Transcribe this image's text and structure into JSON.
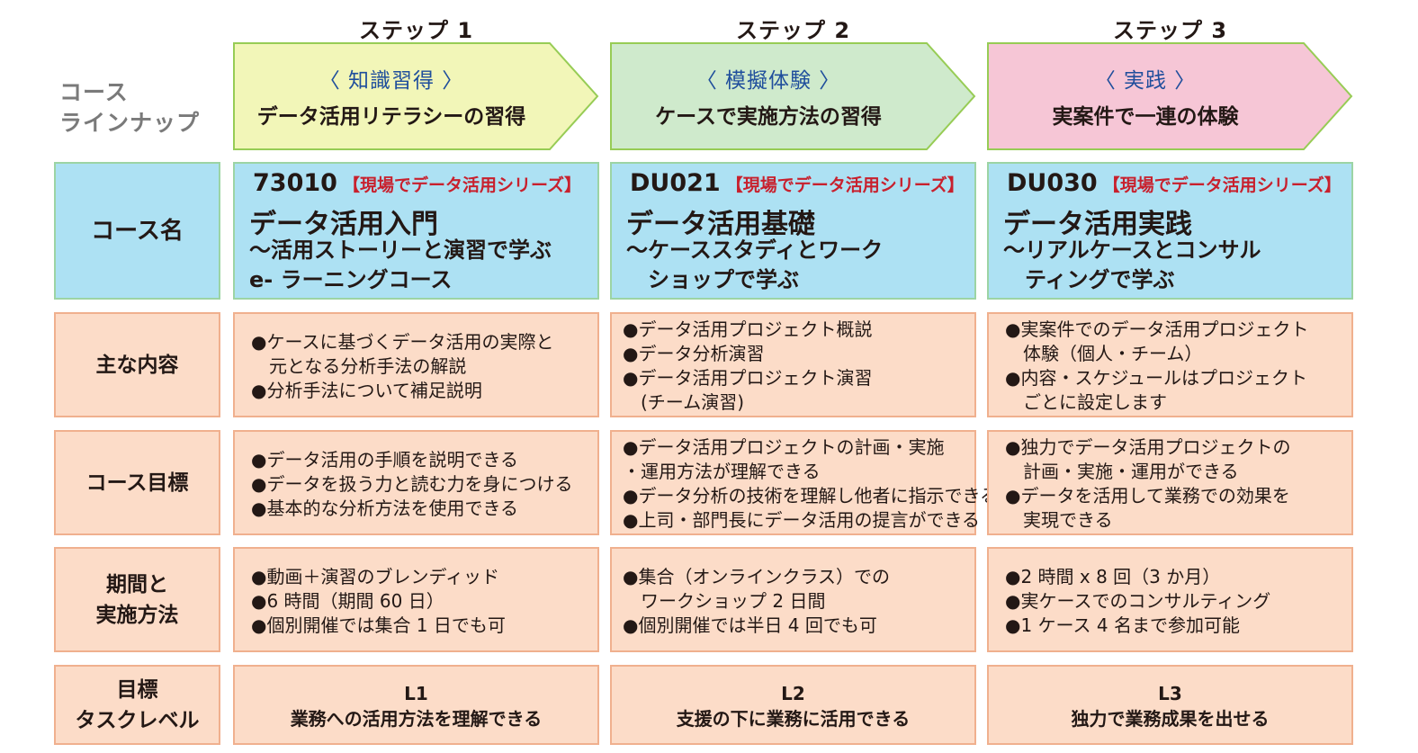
{
  "lineup_label": [
    "コース",
    "ラインナップ"
  ],
  "steps": [
    {
      "title": "ステップ 1",
      "sub": "〈 知識習得 〉",
      "main": "データ活用リテラシーの習得",
      "fill": "#f2f6b8",
      "stroke": "#97cc55"
    },
    {
      "title": "ステップ 2",
      "sub": "〈 模擬体験 〉",
      "main": "ケースで実施方法の習得",
      "fill": "#cfeacc",
      "stroke": "#97cc55"
    },
    {
      "title": "ステップ 3",
      "sub": "〈 実践 〉",
      "main": "実案件で一連の体験",
      "fill": "#f6c6d6",
      "stroke": "#97cc55"
    }
  ],
  "row_labels": {
    "course_name": "コース名",
    "content": "主な内容",
    "goal": "コース目標",
    "period": [
      "期間と",
      "実施方法"
    ],
    "task_level": [
      "目標",
      "タスクレベル"
    ]
  },
  "courses": [
    {
      "code": "73010",
      "series": "【現場でデータ活用シリーズ】",
      "name": "データ活用入門",
      "sub": [
        "～活用ストーリーと演習で学ぶ",
        "e- ラーニングコース"
      ]
    },
    {
      "code": "DU021",
      "series": "【現場でデータ活用シリーズ】",
      "name": "データ活用基礎",
      "sub": [
        "～ケーススタディとワーク",
        "　ショップで学ぶ"
      ]
    },
    {
      "code": "DU030",
      "series": "【現場でデータ活用シリーズ】",
      "name": "データ活用実践",
      "sub": [
        "～リアルケースとコンサル",
        "　ティングで学ぶ"
      ]
    }
  ],
  "content": [
    [
      "●ケースに基づくデータ活用の実際と",
      "　元となる分析手法の解説",
      "●分析手法について補足説明"
    ],
    [
      "●データ活用プロジェクト概説",
      "●データ分析演習",
      "●データ活用プロジェクト演習",
      "　(チーム演習)"
    ],
    [
      "●実案件でのデータ活用プロジェクト",
      "　体験（個人・チーム）",
      "●内容・スケジュールはプロジェクト",
      "　ごとに設定します"
    ]
  ],
  "goals": [
    [
      "●データ活用の手順を説明できる",
      "●データを扱う力と読む力を身につける",
      "●基本的な分析方法を使用できる"
    ],
    [
      "●データ活用プロジェクトの計画・実施",
      "・運用方法が理解できる",
      "●データ分析の技術を理解し他者に指示できる",
      "●上司・部門長にデータ活用の提言ができる"
    ],
    [
      "●独力でデータ活用プロジェクトの",
      "　計画・実施・運用ができる",
      "●データを活用して業務での効果を",
      "　実現できる"
    ]
  ],
  "periods": [
    [
      "●動画＋演習のブレンディッド",
      "●6 時間（期間 60 日）",
      "●個別開催では集合 1 日でも可"
    ],
    [
      "●集合（オンラインクラス）での",
      "　ワークショップ 2 日間",
      "●個別開催では半日 4 回でも可"
    ],
    [
      "●2 時間 x 8 回（3 か月）",
      "●実ケースでのコンサルティング",
      "●1 ケース 4 名まで参加可能"
    ]
  ],
  "levels": [
    {
      "code": "L1",
      "text": "業務への活用方法を理解できる"
    },
    {
      "code": "L2",
      "text": "支援の下に業務に活用できる"
    },
    {
      "code": "L3",
      "text": "独力で業務成果を出せる"
    }
  ]
}
